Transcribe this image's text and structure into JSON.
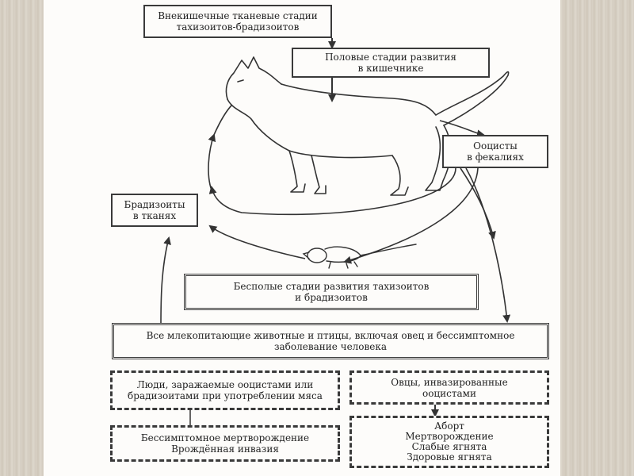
{
  "boxes": {
    "extraintestinal": {
      "line1": "Внекишечные тканевые стадии",
      "line2": "тахизоитов-брадизоитов"
    },
    "sexual": {
      "line1": "Половые стадии развития",
      "line2": "в кишечнике"
    },
    "oocysts": {
      "line1": "Ооцисты",
      "line2": "в фекалиях"
    },
    "bradyzoites": {
      "line1": "Брадизоиты",
      "line2": "в тканях"
    },
    "asexual": {
      "line1": "Бесполые стадии развития тахизоитов",
      "line2": "и брадизоитов"
    },
    "all_mammals": {
      "line1": "Все млекопитающие животные и птицы, включая овец и бессимптомное",
      "line2": "заболевание человека"
    },
    "people": {
      "line1": "Люди, заражаемые ооцистами или",
      "line2": "брадизоитами при употреблении мяса"
    },
    "sheep": {
      "line1": "Овцы, инвазированные",
      "line2": "ооцистами"
    },
    "human_outcome": {
      "line1": "Бессимптомное мертворождение",
      "line2": "Врождённая инвазия"
    },
    "sheep_outcome": {
      "line1": "Аборт",
      "line2": "Мертворождение",
      "line3": "Слабые ягнята",
      "line4": "Здоровые ягнята"
    }
  },
  "illustrations": [
    "cat-illustration",
    "mouse-illustration"
  ]
}
